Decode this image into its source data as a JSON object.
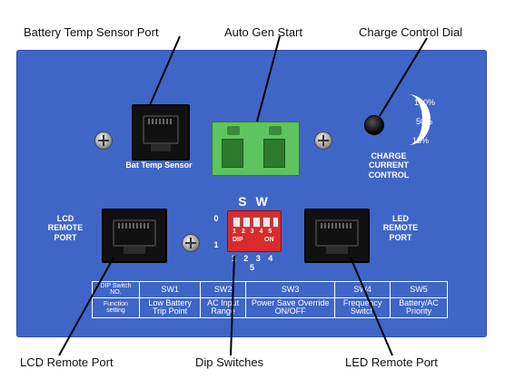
{
  "callouts": {
    "battery_temp_sensor_port": "Battery Temp Sensor Port",
    "auto_gen_start": "Auto Gen Start",
    "charge_control_dial": "Charge Control Dial",
    "lcd_remote_port": "LCD Remote Port",
    "dip_switches": "Dip Switches",
    "led_remote_port": "LED Remote Port"
  },
  "panel": {
    "bat_temp_sensor_label": "Bat Temp Sensor",
    "lcd_remote_label": "LCD\nREMOTE\nPORT",
    "led_remote_label": "LED\nREMOTE\nPORT",
    "charge_current_label": "CHARGE\nCURRENT\nCONTROL",
    "dial_levels": [
      "100%",
      "50%",
      "15%"
    ],
    "dip_title": "S W",
    "dip_row_off": "0",
    "dip_row_on": "1",
    "dip_small_numbers": "1 2 3 4 5",
    "dip_dip_label": "DIP",
    "dip_on_label": "ON",
    "dip_bottom_numbers": "1 2 3 4 5"
  },
  "switch_table": {
    "headers": [
      "DIP Switch NO.",
      "SW1",
      "SW2",
      "SW3",
      "SW4",
      "SW5"
    ],
    "functions": [
      "Function setting",
      "Low Battery Trip Point",
      "AC Input Range",
      "Power Save Override ON/OFF",
      "Frequency Switch",
      "Battery/AC Priority"
    ]
  },
  "colors": {
    "panel_blue": "#3f66c6",
    "dip_red": "#d92b2b",
    "connector_green": "#5fc45f"
  }
}
